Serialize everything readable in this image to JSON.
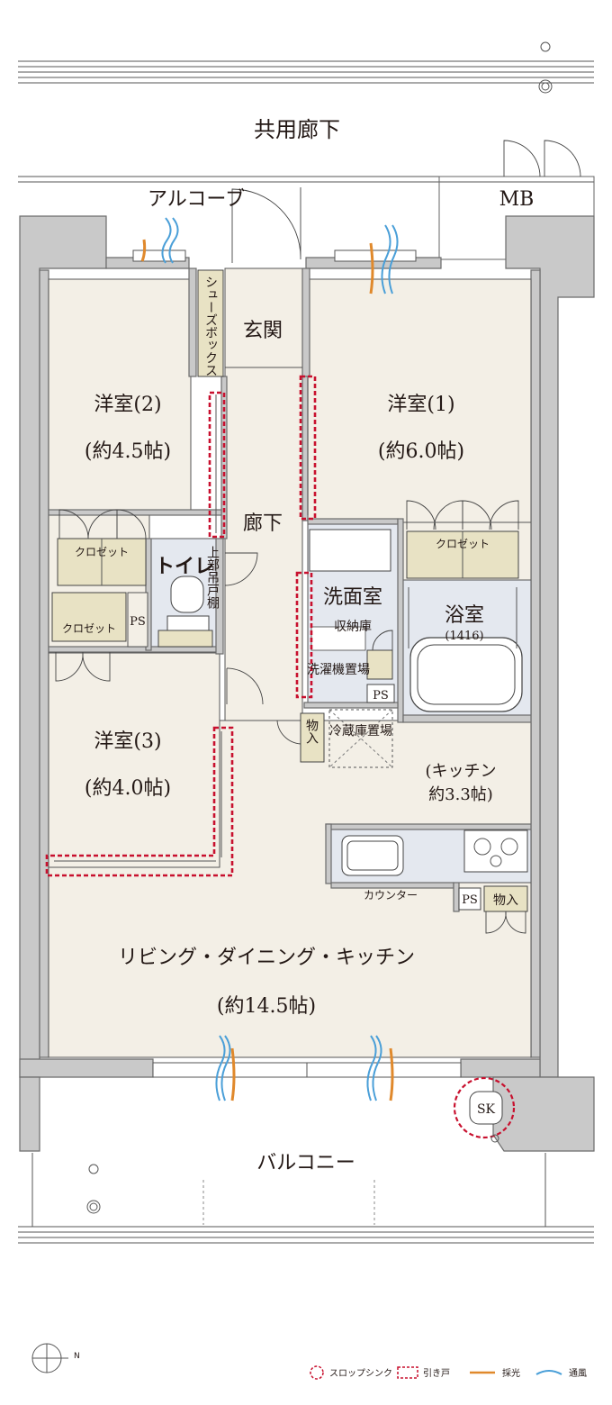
{
  "labels": {
    "corridor": "共用廊下",
    "alcove": "アルコーブ",
    "mb": "MB",
    "shoebox": "シューズボックス",
    "entrance": "玄関",
    "room2_name": "洋室(2)",
    "room2_size": "(約4.5帖)",
    "room1_name": "洋室(1)",
    "room1_size": "(約6.0帖)",
    "hallway": "廊下",
    "closet": "クロゼット",
    "toilet": "トイレ",
    "upper_cabinet": "上部吊戸棚",
    "ps": "PS",
    "washroom": "洗面室",
    "storage": "収納庫",
    "laundry": "洗濯機置場",
    "bath": "浴室",
    "bath_size": "(1416)",
    "room3_name": "洋室(3)",
    "room3_size": "(約4.0帖)",
    "monoire": "物入",
    "fridge": "冷蔵庫置場",
    "kitchen": "(キッチン",
    "kitchen_size": "約3.3帖)",
    "counter": "カウンター",
    "ldk": "リビング・ダイニング・キッチン",
    "ldk_size": "(約14.5帖)",
    "sk": "SK",
    "balcony": "バルコニー",
    "north": "N"
  },
  "legend": {
    "slop_sink": "スロップシンク",
    "sliding_door": "引き戸",
    "lighting": "採光",
    "ventilation": "通風"
  },
  "colors": {
    "sliding_door": "#c8102e",
    "lighting": "#e0892c",
    "ventilation": "#4a9fd8"
  }
}
